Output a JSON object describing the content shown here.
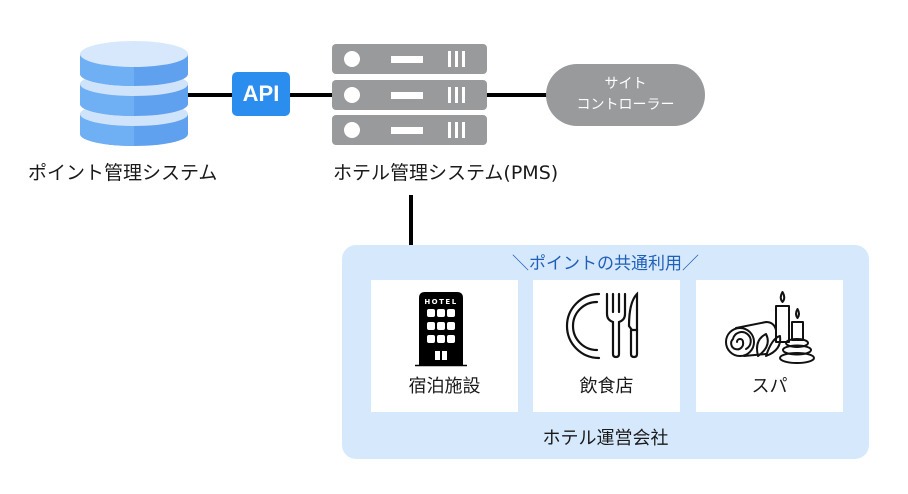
{
  "diagram": {
    "point_system": {
      "label": "ポイント管理システム",
      "icon": "database-icon",
      "colors": {
        "top": "#d7e8fc",
        "body": "#5fa1ef",
        "band": "#cfe3fb"
      }
    },
    "api_badge": {
      "label": "API",
      "color": "#2b8ded"
    },
    "pms": {
      "label": "ホテル管理システム(PMS)",
      "icon": "server-rack-icon",
      "color": "#999a9c"
    },
    "site_controller": {
      "line1": "サイト",
      "line2": "コントローラー",
      "color": "#999a9c"
    },
    "operator_group": {
      "title": "＼ポイントの共通利用／",
      "footer": "ホテル運営会社",
      "background": "#d6e8fb",
      "title_color": "#1f5fb8",
      "facilities": [
        {
          "label": "宿泊施設",
          "icon": "hotel-building-icon",
          "sign_text": "HOTEL"
        },
        {
          "label": "飲食店",
          "icon": "plate-fork-knife-icon"
        },
        {
          "label": "スパ",
          "icon": "spa-candles-towel-icon"
        }
      ]
    }
  }
}
